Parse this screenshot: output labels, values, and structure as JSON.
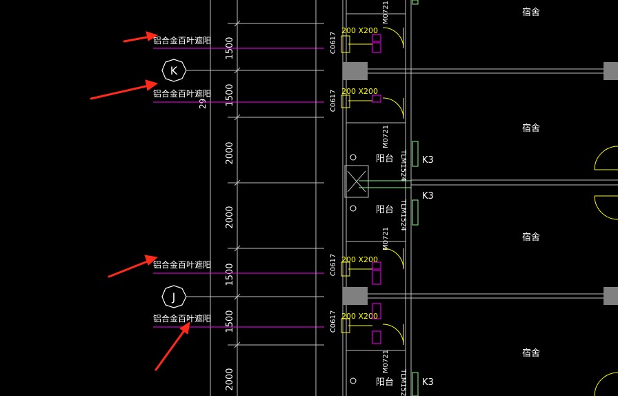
{
  "annotations": {
    "louver_label": "铝合金百叶遮阳",
    "label_2_overlap": "29"
  },
  "axes": {
    "k": "K",
    "j": "J"
  },
  "dimensions": {
    "d1": "1500",
    "d2": "1500",
    "d3": "2000",
    "d4": "2000",
    "d5": "1500",
    "d6": "1500",
    "d7": "2000"
  },
  "rooms": {
    "dorm": "宿舍",
    "balcony": "阳台"
  },
  "tags": {
    "door": "M0721",
    "window_a": "C0617",
    "window_b": "C0617",
    "window_c": "C0617",
    "window_d": "C0617",
    "fixture": "200 X200",
    "tlm": "TLM1524",
    "k3": "K3"
  },
  "colors": {
    "background": "#000000",
    "magenta": "#ff00ff",
    "yellow": "#ffff00",
    "green": "#80ff80",
    "white": "#ffffff",
    "gray": "#808080",
    "red_arrow": "#ff2a1a"
  }
}
